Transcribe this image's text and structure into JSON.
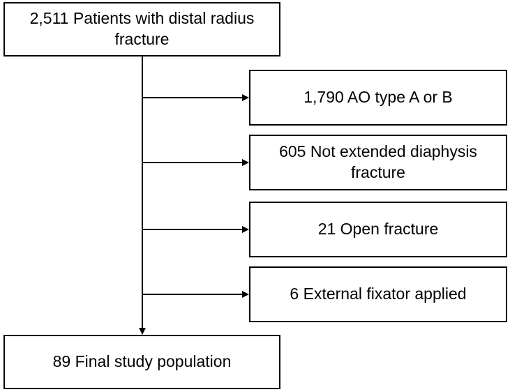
{
  "flowchart": {
    "start": "2,511 Patients with distal radius fracture",
    "exclusions": [
      "1,790 AO type A or B",
      "605 Not extended diaphysis fracture",
      "21 Open fracture",
      "6 External fixator applied"
    ],
    "end": "89 Final study population"
  }
}
